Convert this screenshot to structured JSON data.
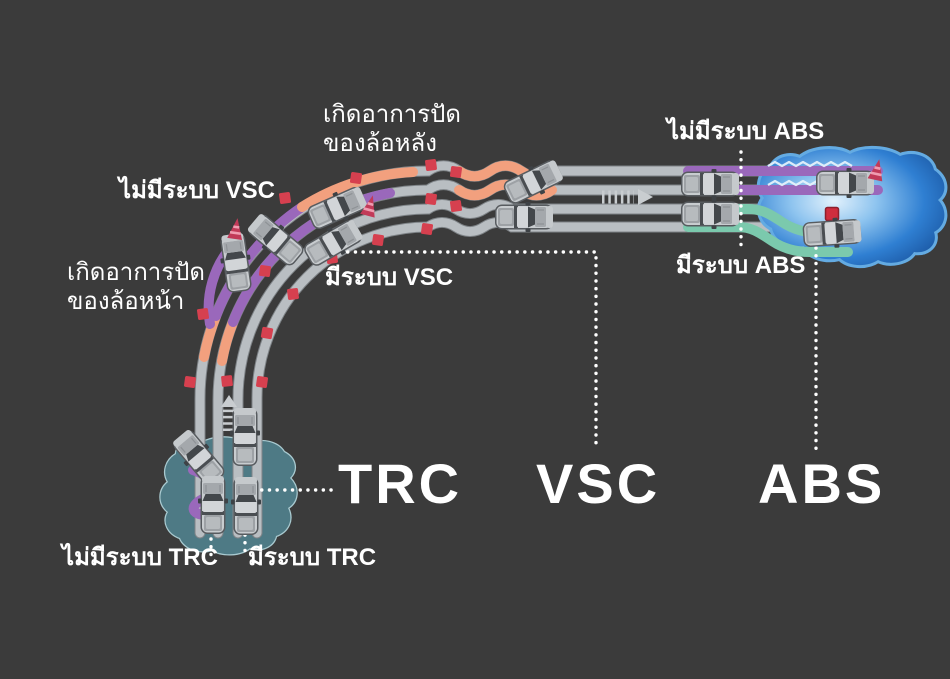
{
  "title": "TRC / VSC / ABS driving-safety systems diagram",
  "labels": {
    "rear_skid_line1": "เกิดอาการปัด",
    "rear_skid_line2": "ของล้อหลัง",
    "front_skid_line1": "เกิดอาการปัด",
    "front_skid_line2": "ของล้อหน้า",
    "no_vsc": "ไม่มีระบบ VSC",
    "with_vsc": "มีระบบ VSC",
    "no_abs": "ไม่มีระบบ ABS",
    "with_abs": "มีระบบ ABS",
    "no_trc": "ไม่มีระบบ TRC",
    "with_trc": "มีระบบ TRC",
    "trc_big": "TRC",
    "vsc_big": "VSC",
    "abs_big": "ABS"
  },
  "icons": {
    "car": "pickup-truck-top-view",
    "cone": "crash-cone",
    "marker": "roadside-reflector-square",
    "obstacle": "obstacle-square",
    "arrow_right": "direction-arrow-right",
    "arrow_up": "direction-arrow-up"
  },
  "colors": {
    "background": "#3b3b3b",
    "road_surface": "#b9bec2",
    "road_edge": "#7e8387",
    "path_purple": "#9a68bb",
    "path_orange": "#f2a07e",
    "path_teal": "#7bc9ad",
    "marker_red": "#d6404f",
    "obstacle_red": "#cf2d3e",
    "water_light": "#e2f1fc",
    "water_mid": "#2f7fd2",
    "water_deep": "#1c5aa6",
    "water_glow": "#64abe2",
    "mud_fill": "#4e7a85",
    "mud_edge": "#a9cad0",
    "cone_red": "#c13a58",
    "cone_stripe": "#ef9cb0",
    "label_white": "#ffffff"
  }
}
